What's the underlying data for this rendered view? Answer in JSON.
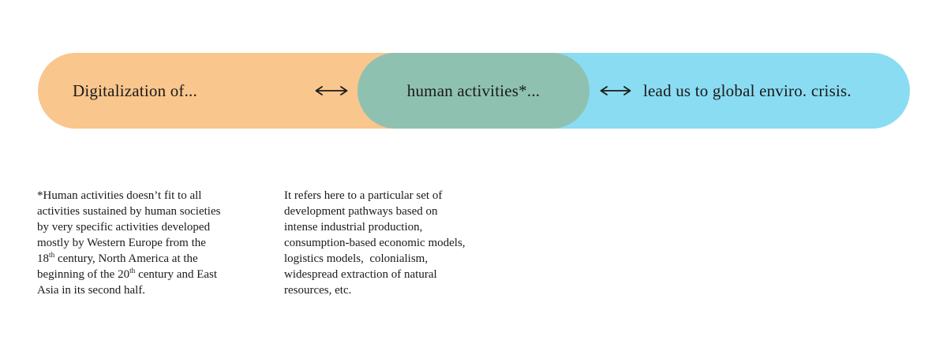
{
  "colors": {
    "pill_orange": "#F9C68D",
    "pill_teal": "#8FC1B1",
    "pill_cyan": "#8ADCF2",
    "ink": "#1A1A1A"
  },
  "pills": {
    "left": {
      "label": "Digitalization of..."
    },
    "middle": {
      "label": "human activities*..."
    },
    "right": {
      "label": "lead us to global enviro. crisis."
    }
  },
  "arrows": {
    "glyph": "double-headed-arrow"
  },
  "footnotes": {
    "left": {
      "lines": [
        [
          "*Human activities doesn’t fit to all"
        ],
        [
          "activities sustained by human societies"
        ],
        [
          "by very specific activities developed"
        ],
        [
          "mostly by Western Europe from the"
        ],
        [
          "18",
          "^th",
          " century, North America at the"
        ],
        [
          "beginning of the 20",
          "^th",
          " century and East"
        ],
        [
          "Asia in its second half."
        ]
      ]
    },
    "right": {
      "lines": [
        [
          "It refers here to a particular set of"
        ],
        [
          "development pathways based on"
        ],
        [
          "intense industrial production,"
        ],
        [
          "consumption-based economic models,"
        ],
        [
          "logistics models,  colonialism,"
        ],
        [
          "widespread extraction of natural"
        ],
        [
          "resources, etc."
        ]
      ]
    }
  }
}
